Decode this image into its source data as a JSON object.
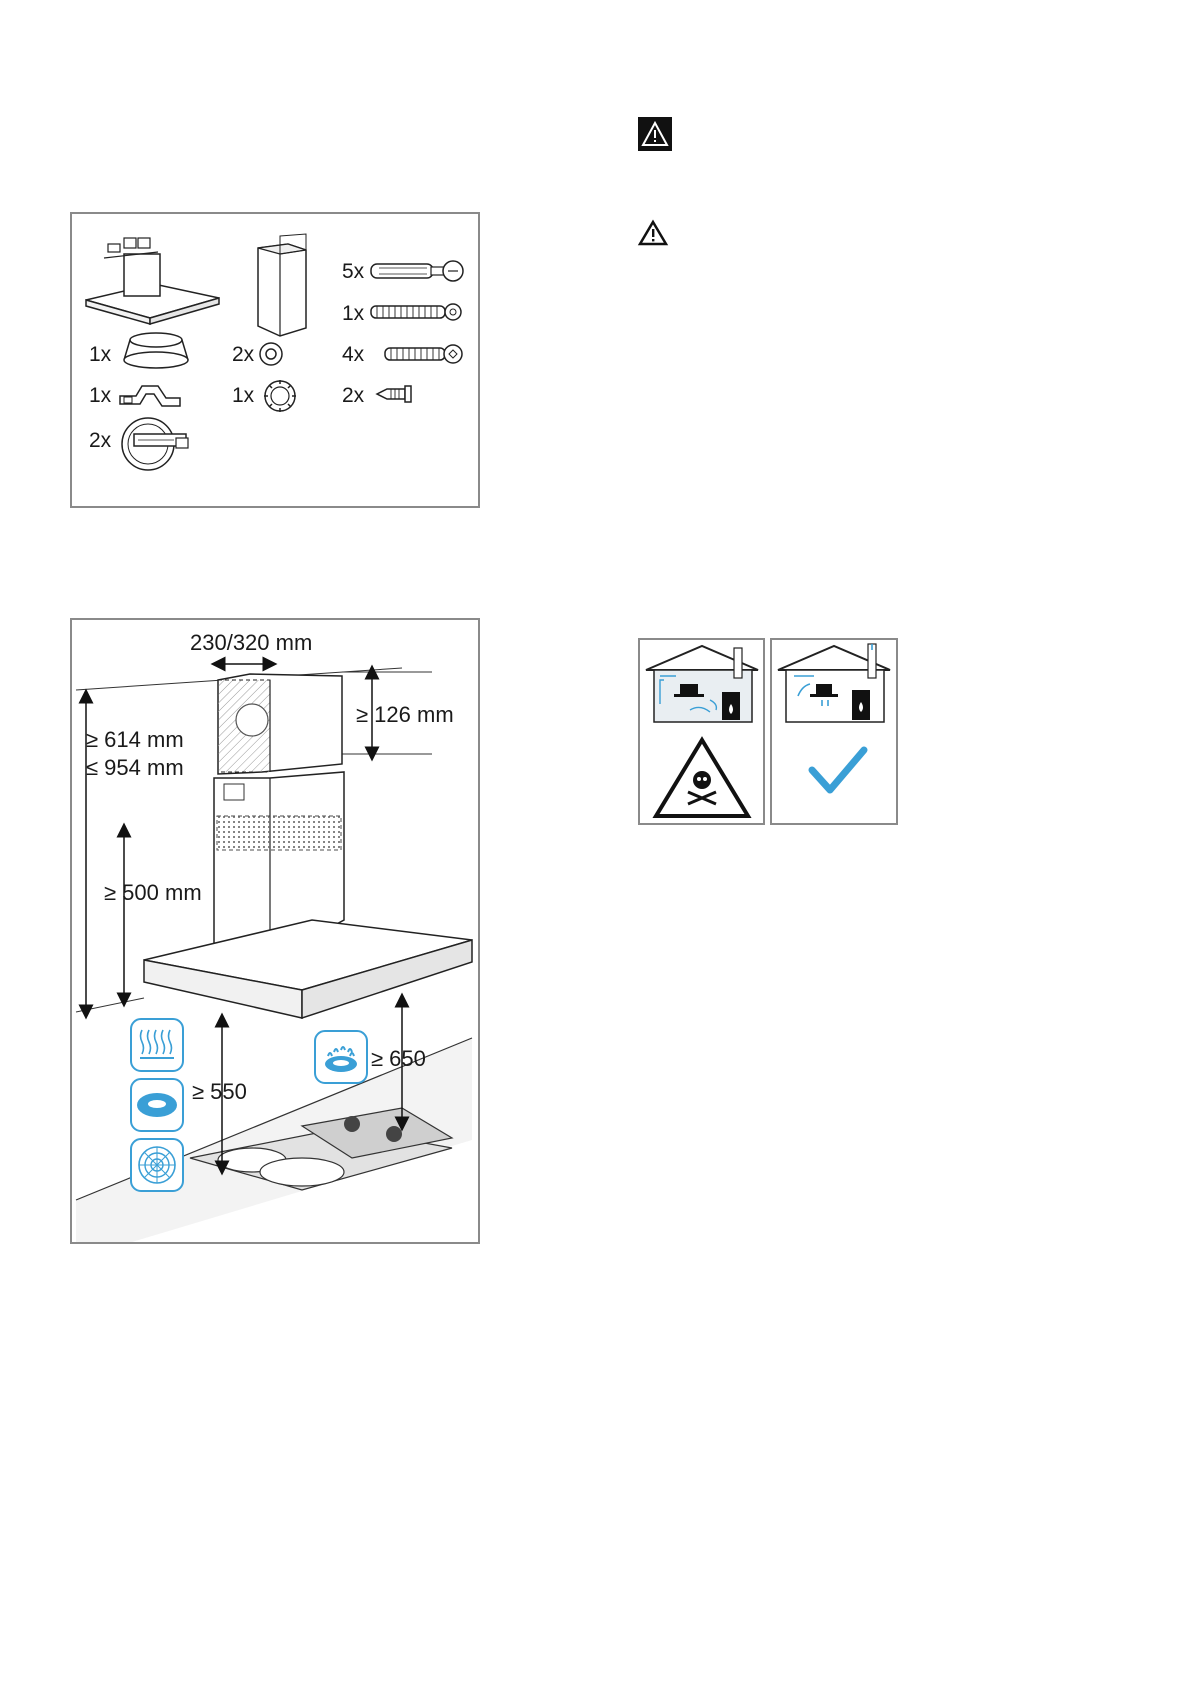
{
  "parts_panel": {
    "quantities": {
      "q_5x": "5x",
      "q_1x_a": "1x",
      "q_4x": "4x",
      "q_2x_a": "2x",
      "q_1x_b": "1x",
      "q_2x_b": "2x",
      "q_1x_c": "1x",
      "q_1x_d": "1x",
      "q_2x_c": "2x"
    }
  },
  "dimension_panel": {
    "chimney_width": "230/320 mm",
    "overlap_min": "≥ 126 mm",
    "height_min": "≥ 614 mm",
    "height_max": "≤ 954 mm",
    "ceiling_clearance": "≥ 500 mm",
    "electric_clearance": "≥ 550",
    "gas_clearance": "≥ 650"
  },
  "icons": {
    "warning_filled": "warning-triangle-filled-icon",
    "warning_outline": "warning-triangle-outline-icon",
    "bad_ventilation": "house-fireplace-toxic-icon",
    "good_ventilation": "house-fireplace-ok-icon"
  },
  "colors": {
    "accent_blue": "#3a9fd6",
    "frame_gray": "#8a8a8a",
    "line_dark": "#1a1a1a"
  }
}
